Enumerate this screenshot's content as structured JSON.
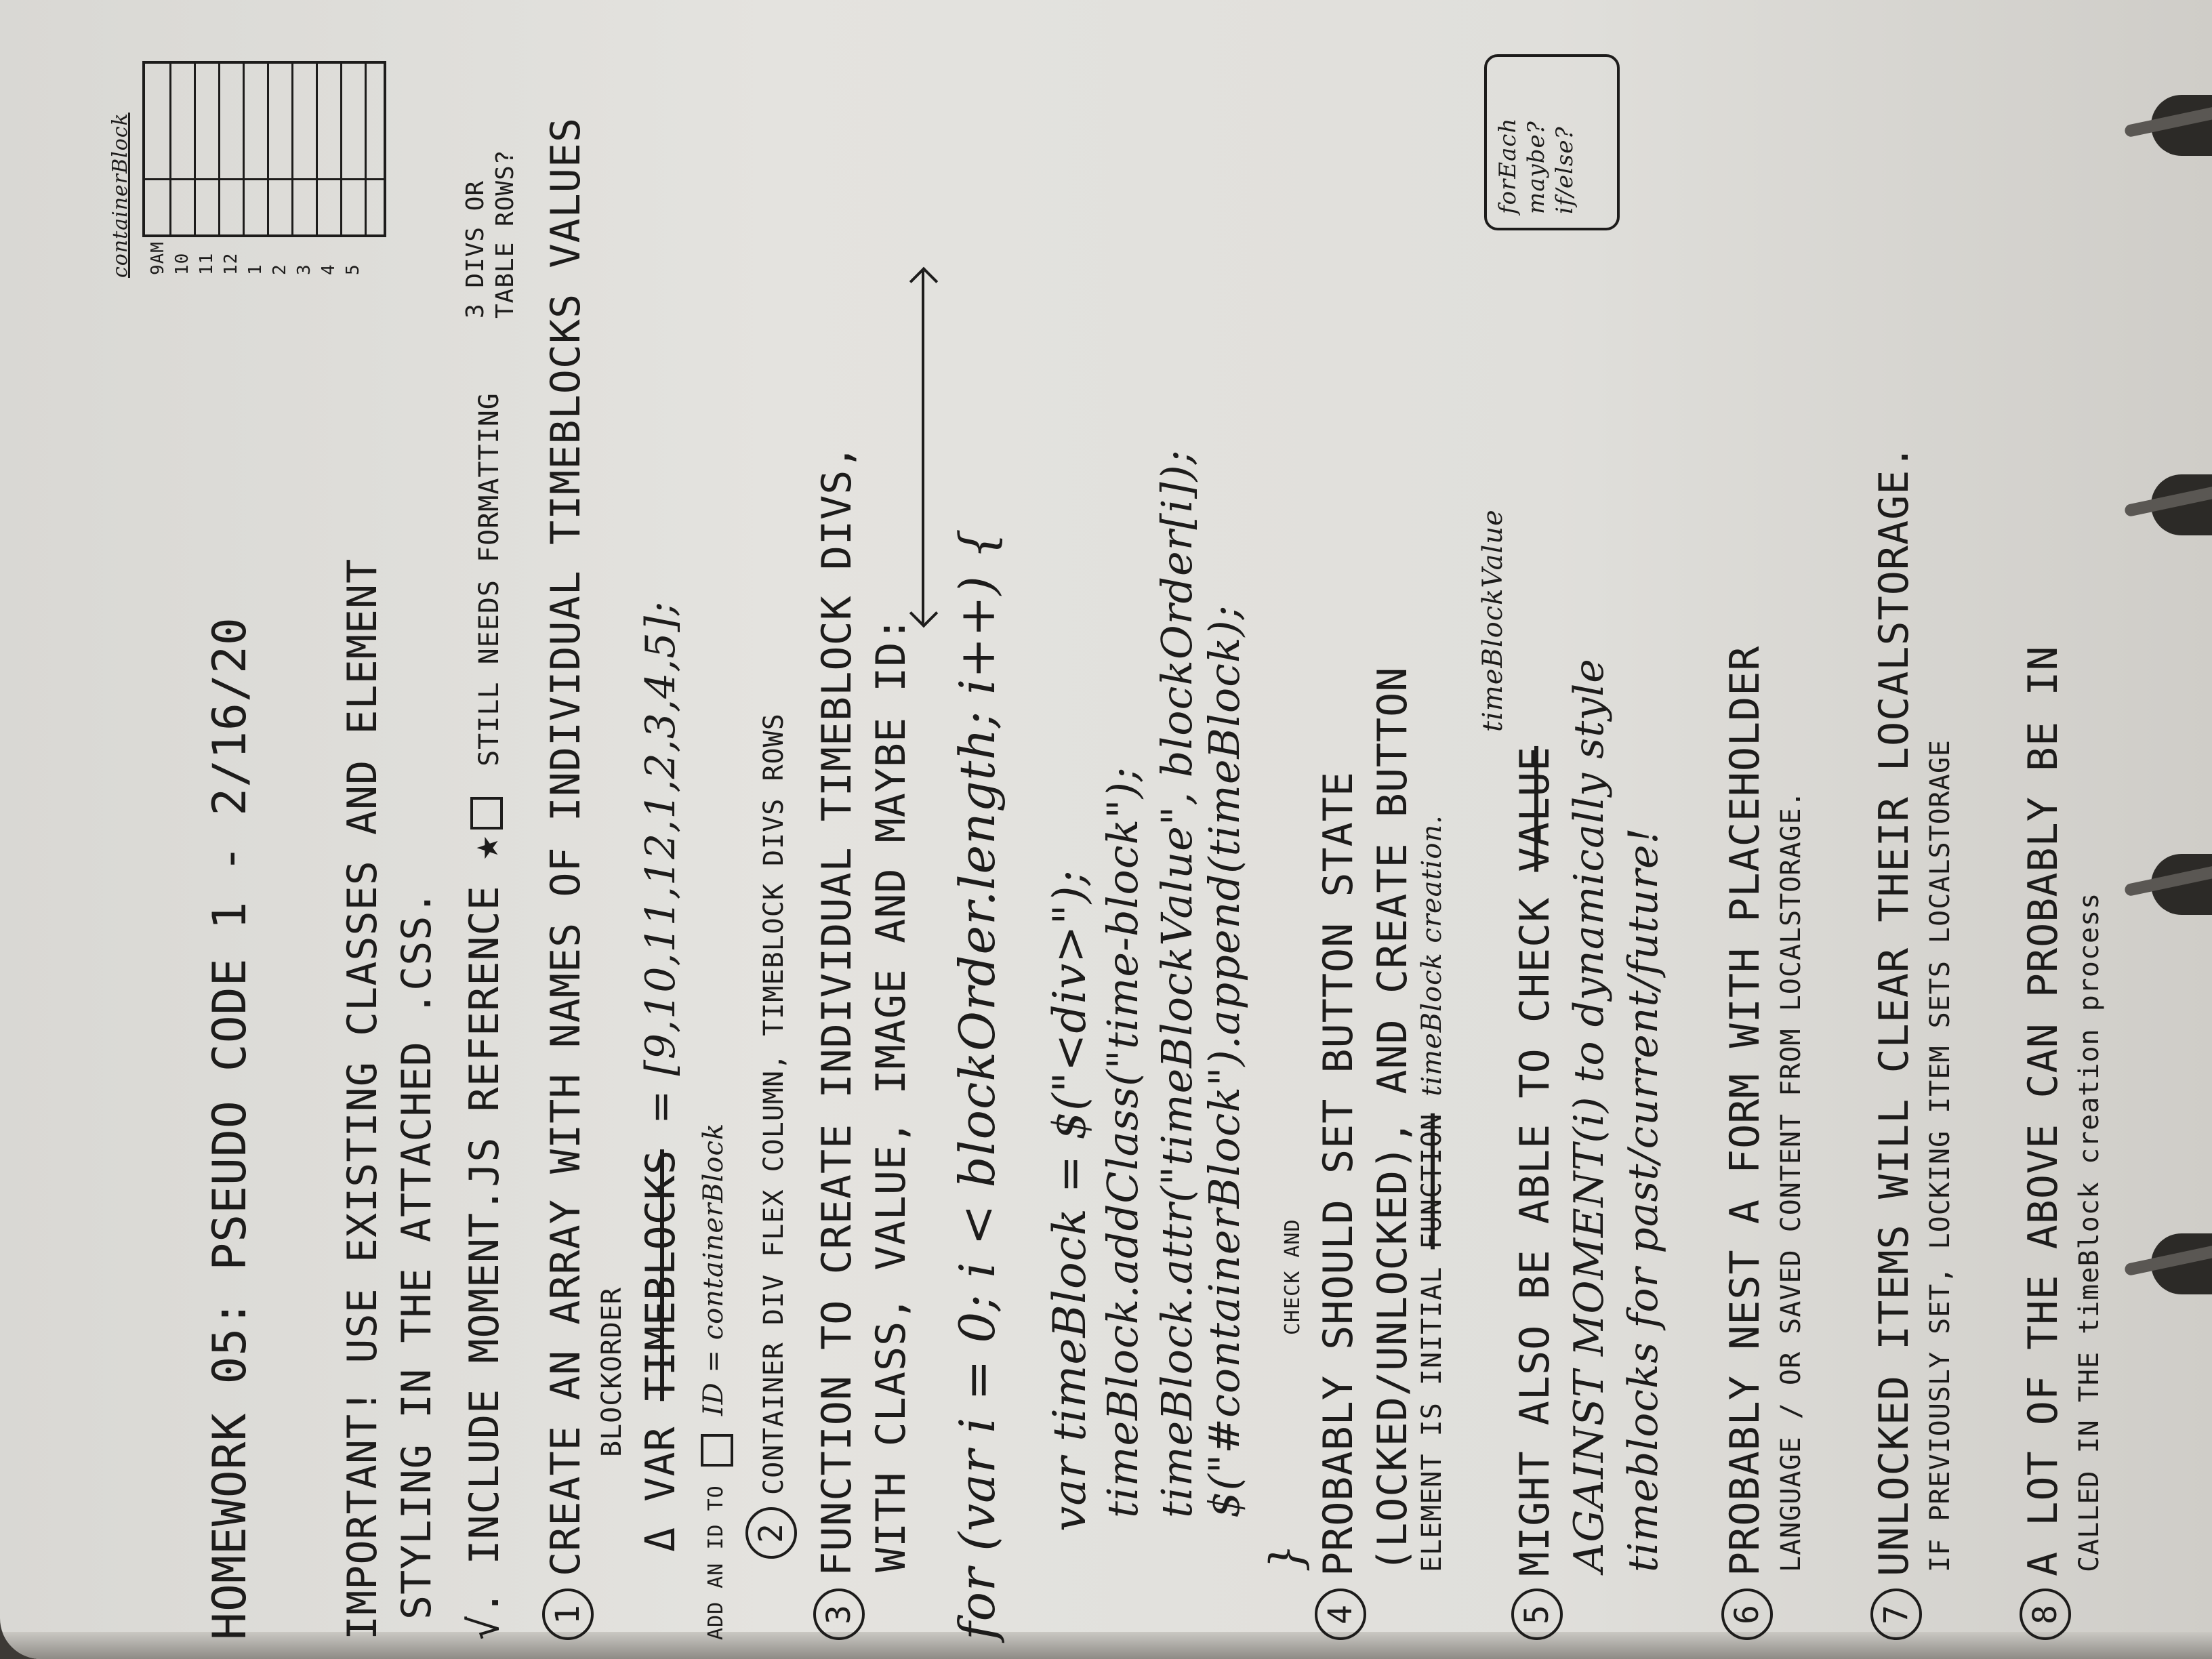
{
  "note": {
    "title": "HOMEWORK 05: PSEUDO CODE 1 - 2/16/20",
    "important_1": "IMPORTANT! USE EXISTING CLASSES AND ELEMENT",
    "important_2": "STYLING IN THE ATTACHED .CSS.",
    "include_prefix": "√. INCLUDE MOMENT.JS REFERENCE",
    "include_suffix": "STILL NEEDS FORMATTING",
    "step1_num": "1",
    "step1_text": "CREATE AN ARRAY WITH NAMES OF INDIVIDUAL TIMEBLOCKS VALUES",
    "step1_var_label": "BLOCKORDER",
    "step1_var_struck": "TIMEBLOCKS",
    "step1_code_prefix": "VAR",
    "step1_code_value": "= [9,10,11,12,1,2,3,4,5];",
    "step1_side_note": "ADD AN ID TO",
    "step1_id_note": "ID = containerBlock",
    "step2_num": "2",
    "step2_text": "CONTAINER DIV FLEX COLUMN, TIMEBLOCK DIVS ROWS",
    "step3_num": "3",
    "step3_text_1": "FUNCTION TO CREATE INDIVIDUAL TIMEBLOCK DIVS,",
    "step3_text_2": "WITH CLASS, VALUE, IMAGE AND MAYBE ID:",
    "code_for": "for (var i = 0; i < blockOrder.length; i++) {",
    "code_1": "var timeBlock = $(\"<div>\");",
    "code_2": "timeBlock.addClass(\"time-block\");",
    "code_3": "timeBlock.attr(\"timeBlockValue\", blockOrder[i]);",
    "code_4": "$(\"#containerBlock\").append(timeBlock);",
    "code_close": "}",
    "step4_num": "4",
    "step4_insert": "CHECK AND",
    "step4_text_1": "PROBABLY SHOULD SET BUTTON STATE",
    "step4_text_2": "(LOCKED/UNLOCKED), AND CREATE BUTTON",
    "step4_text_3_prefix": "ELEMENT IS INITIAL",
    "step4_text_3_struck": "FUNCTION",
    "step4_text_3_suffix": "timeBlock creation.",
    "step5_num": "5",
    "step5_insert": "timeBlockValue",
    "step5_text_1_prefix": "MIGHT ALSO BE ABLE TO CHECK",
    "step5_text_1_struck": "VALUE",
    "step5_text_2": "AGAINST MOMENT(i) to dynamically style",
    "step5_text_3": "timeblocks for past/current/future!",
    "step6_num": "6",
    "step6_text_1": "PROBABLY NEST A FORM WITH PLACEHOLDER",
    "step6_text_2": "LANGUAGE / OR SAVED CONTENT FROM LOCALSTORAGE.",
    "step7_num": "7",
    "step7_text_1": "UNLOCKED ITEMS WILL CLEAR THEIR LOCALSTORAGE.",
    "step7_text_2": "IF PREVIOUSLY SET, LOCKING ITEM SETS LOCALSTORAGE",
    "step8_num": "8",
    "step8_text_1": "A LOT OF THE ABOVE CAN PROBABLY BE IN",
    "step8_text_2": "CALLED IN THE timeBlock creation process",
    "sketch_label": "containerBlock",
    "sketch_hours": [
      "9AM",
      "10",
      "11",
      "12",
      "1",
      "2",
      "3",
      "4",
      "5"
    ],
    "sketch_note_1": "3 DIVS OR",
    "sketch_note_2": "TABLE ROWS?",
    "margin_box_1": "forEach",
    "margin_box_2": "maybe?",
    "margin_box_3": "if/else?"
  }
}
